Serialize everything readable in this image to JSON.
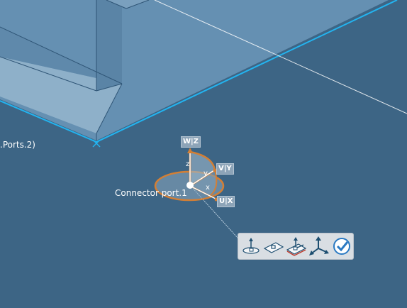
{
  "viewport": {
    "background_color": "#3d6585",
    "part_color": "#6a93b3",
    "edge_highlight_color": "#23b4f0",
    "robot_color": "#d37f35"
  },
  "labels": {
    "product_ref": ".Ports.2)",
    "connector_port": "Connector port.1"
  },
  "robot": {
    "handle_w": "W|Z",
    "handle_v": "V|Y",
    "handle_u": "U|X",
    "axis_z": "z",
    "axis_y": "y",
    "axis_x": "x"
  },
  "toolbar": {
    "items": [
      {
        "icon": "robot-translate-icon"
      },
      {
        "icon": "place-on-surface-icon"
      },
      {
        "icon": "snap-to-face-icon"
      },
      {
        "icon": "axis-system-icon"
      },
      {
        "icon": "check-validate-icon"
      }
    ]
  }
}
